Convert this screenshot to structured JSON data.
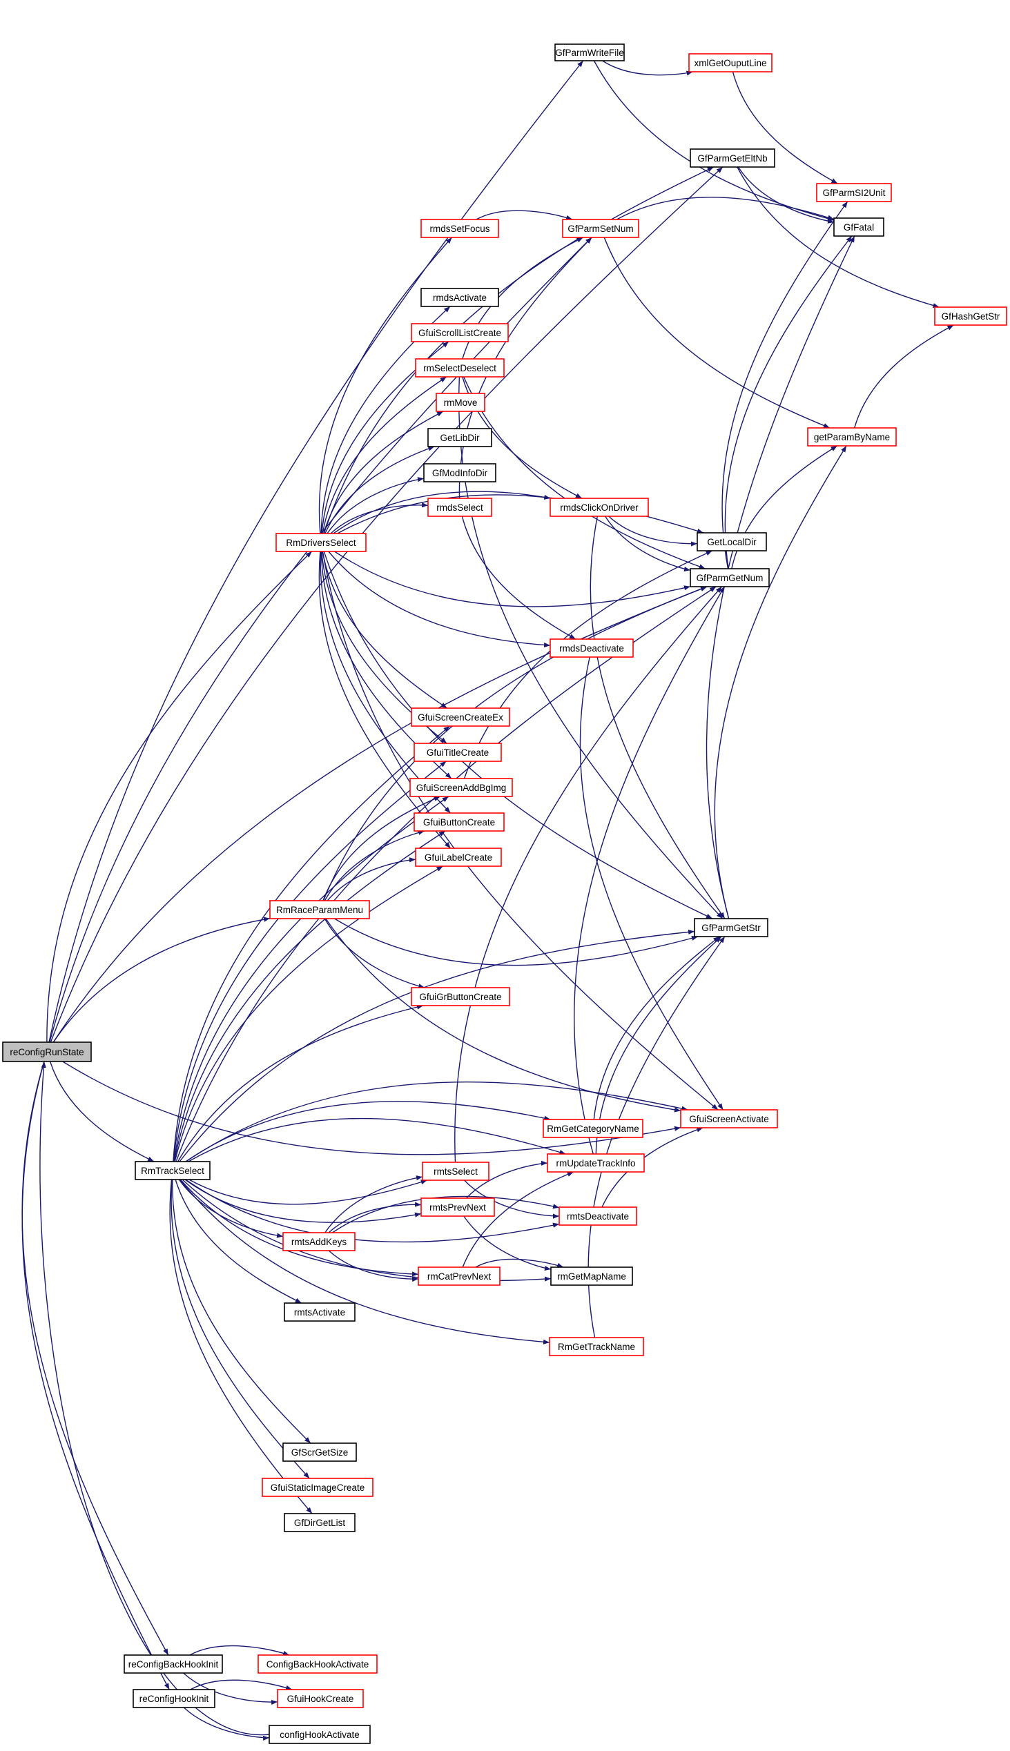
{
  "colors": {
    "edge": "#191970",
    "normal_border": "#000000",
    "red_border": "#ff0000",
    "root_fill": "#bfbfbf",
    "node_fill": "#ffffff"
  },
  "nodes": {
    "reConfigRunState": {
      "label": "reConfigRunState",
      "style": "root"
    },
    "GfParmWriteFile": {
      "label": "GfParmWriteFile",
      "style": "normal"
    },
    "xmlGetOuputLine": {
      "label": "xmlGetOuputLine",
      "style": "red"
    },
    "GfParmGetEltNb": {
      "label": "GfParmGetEltNb",
      "style": "normal"
    },
    "GfParmSI2Unit": {
      "label": "GfParmSI2Unit",
      "style": "red"
    },
    "rmdsSetFocus": {
      "label": "rmdsSetFocus",
      "style": "red"
    },
    "GfParmSetNum": {
      "label": "GfParmSetNum",
      "style": "red"
    },
    "GfFatal": {
      "label": "GfFatal",
      "style": "normal"
    },
    "rmdsActivate": {
      "label": "rmdsActivate",
      "style": "normal"
    },
    "GfHashGetStr": {
      "label": "GfHashGetStr",
      "style": "red"
    },
    "GfuiScrollListCreate": {
      "label": "GfuiScrollListCreate",
      "style": "red"
    },
    "rmSelectDeselect": {
      "label": "rmSelectDeselect",
      "style": "red"
    },
    "rmMove": {
      "label": "rmMove",
      "style": "red"
    },
    "getParamByName": {
      "label": "getParamByName",
      "style": "red"
    },
    "GetLibDir": {
      "label": "GetLibDir",
      "style": "normal"
    },
    "GfModInfoDir": {
      "label": "GfModInfoDir",
      "style": "normal"
    },
    "rmdsSelect": {
      "label": "rmdsSelect",
      "style": "red"
    },
    "rmdsClickOnDriver": {
      "label": "rmdsClickOnDriver",
      "style": "red"
    },
    "RmDriversSelect": {
      "label": "RmDriversSelect",
      "style": "red"
    },
    "GetLocalDir": {
      "label": "GetLocalDir",
      "style": "normal"
    },
    "GfParmGetNum": {
      "label": "GfParmGetNum",
      "style": "normal"
    },
    "rmdsDeactivate": {
      "label": "rmdsDeactivate",
      "style": "red"
    },
    "GfuiScreenCreateEx": {
      "label": "GfuiScreenCreateEx",
      "style": "red"
    },
    "GfuiTitleCreate": {
      "label": "GfuiTitleCreate",
      "style": "red"
    },
    "GfuiScreenAddBgImg": {
      "label": "GfuiScreenAddBgImg",
      "style": "red"
    },
    "GfuiButtonCreate": {
      "label": "GfuiButtonCreate",
      "style": "red"
    },
    "GfuiLabelCreate": {
      "label": "GfuiLabelCreate",
      "style": "red"
    },
    "RmRaceParamMenu": {
      "label": "RmRaceParamMenu",
      "style": "red"
    },
    "GfParmGetStr": {
      "label": "GfParmGetStr",
      "style": "normal"
    },
    "GfuiGrButtonCreate": {
      "label": "GfuiGrButtonCreate",
      "style": "red"
    },
    "GfuiScreenActivate": {
      "label": "GfuiScreenActivate",
      "style": "red"
    },
    "RmGetCategoryName": {
      "label": "RmGetCategoryName",
      "style": "red"
    },
    "rmUpdateTrackInfo": {
      "label": "rmUpdateTrackInfo",
      "style": "red"
    },
    "RmTrackSelect": {
      "label": "RmTrackSelect",
      "style": "normal"
    },
    "rmtsSelect": {
      "label": "rmtsSelect",
      "style": "red"
    },
    "rmtsPrevNext": {
      "label": "rmtsPrevNext",
      "style": "red"
    },
    "rmtsDeactivate": {
      "label": "rmtsDeactivate",
      "style": "red"
    },
    "rmtsAddKeys": {
      "label": "rmtsAddKeys",
      "style": "red"
    },
    "rmCatPrevNext": {
      "label": "rmCatPrevNext",
      "style": "red"
    },
    "rmGetMapName": {
      "label": "rmGetMapName",
      "style": "normal"
    },
    "rmtsActivate": {
      "label": "rmtsActivate",
      "style": "normal"
    },
    "RmGetTrackName": {
      "label": "RmGetTrackName",
      "style": "red"
    },
    "GfScrGetSize": {
      "label": "GfScrGetSize",
      "style": "normal"
    },
    "GfuiStaticImageCreate": {
      "label": "GfuiStaticImageCreate",
      "style": "red"
    },
    "GfDirGetList": {
      "label": "GfDirGetList",
      "style": "normal"
    },
    "reConfigBackHookInit": {
      "label": "reConfigBackHookInit",
      "style": "normal"
    },
    "ConfigBackHookActivate": {
      "label": "ConfigBackHookActivate",
      "style": "red"
    },
    "reConfigHookInit": {
      "label": "reConfigHookInit",
      "style": "normal"
    },
    "GfuiHookCreate": {
      "label": "GfuiHookCreate",
      "style": "red"
    },
    "configHookActivate": {
      "label": "configHookActivate",
      "style": "normal"
    }
  },
  "edges": [
    [
      "reConfigRunState",
      "GfParmWriteFile"
    ],
    [
      "reConfigRunState",
      "GfParmGetEltNb"
    ],
    [
      "reConfigRunState",
      "GfParmSetNum"
    ],
    [
      "reConfigRunState",
      "RmDriversSelect"
    ],
    [
      "reConfigRunState",
      "RmRaceParamMenu"
    ],
    [
      "reConfigRunState",
      "RmTrackSelect"
    ],
    [
      "reConfigRunState",
      "GfParmGetNum"
    ],
    [
      "reConfigRunState",
      "GfuiScreenActivate"
    ],
    [
      "reConfigRunState",
      "reConfigBackHookInit"
    ],
    [
      "reConfigRunState",
      "reConfigHookInit"
    ],
    [
      "GfParmWriteFile",
      "xmlGetOuputLine"
    ],
    [
      "GfParmWriteFile",
      "GfFatal"
    ],
    [
      "xmlGetOuputLine",
      "GfParmSI2Unit"
    ],
    [
      "GfParmGetEltNb",
      "GfFatal"
    ],
    [
      "GfParmGetEltNb",
      "GfHashGetStr"
    ],
    [
      "GfParmSetNum",
      "GfFatal"
    ],
    [
      "GfParmSetNum",
      "getParamByName"
    ],
    [
      "getParamByName",
      "GfHashGetStr"
    ],
    [
      "GfParmGetNum",
      "GfFatal"
    ],
    [
      "GfParmGetNum",
      "GfParmSI2Unit"
    ],
    [
      "GfParmGetNum",
      "getParamByName"
    ],
    [
      "GfParmGetStr",
      "GfFatal"
    ],
    [
      "GfParmGetStr",
      "getParamByName"
    ],
    [
      "rmdsSetFocus",
      "GfParmSetNum"
    ],
    [
      "rmSelectDeselect",
      "GfParmSetNum"
    ],
    [
      "rmSelectDeselect",
      "rmdsClickOnDriver"
    ],
    [
      "rmSelectDeselect",
      "GfParmGetNum"
    ],
    [
      "rmSelectDeselect",
      "GfParmGetStr"
    ],
    [
      "rmdsSelect",
      "GfParmSetNum"
    ],
    [
      "rmdsSelect",
      "rmdsDeactivate"
    ],
    [
      "rmdsClickOnDriver",
      "GetLocalDir"
    ],
    [
      "rmdsClickOnDriver",
      "GfParmGetNum"
    ],
    [
      "rmdsClickOnDriver",
      "GfParmGetStr"
    ],
    [
      "rmdsDeactivate",
      "GfuiScreenActivate"
    ],
    [
      "RmDriversSelect",
      "GfParmGetEltNb"
    ],
    [
      "RmDriversSelect",
      "rmdsSetFocus"
    ],
    [
      "RmDriversSelect",
      "rmdsActivate"
    ],
    [
      "RmDriversSelect",
      "GfuiScrollListCreate"
    ],
    [
      "RmDriversSelect",
      "rmSelectDeselect"
    ],
    [
      "RmDriversSelect",
      "rmMove"
    ],
    [
      "RmDriversSelect",
      "GetLibDir"
    ],
    [
      "RmDriversSelect",
      "GfModInfoDir"
    ],
    [
      "RmDriversSelect",
      "rmdsSelect"
    ],
    [
      "RmDriversSelect",
      "rmdsClickOnDriver"
    ],
    [
      "RmDriversSelect",
      "GetLocalDir"
    ],
    [
      "RmDriversSelect",
      "GfParmGetNum"
    ],
    [
      "RmDriversSelect",
      "rmdsDeactivate"
    ],
    [
      "RmDriversSelect",
      "GfuiScreenCreateEx"
    ],
    [
      "RmDriversSelect",
      "GfuiTitleCreate"
    ],
    [
      "RmDriversSelect",
      "GfuiScreenAddBgImg"
    ],
    [
      "RmDriversSelect",
      "GfuiButtonCreate"
    ],
    [
      "RmDriversSelect",
      "GfuiLabelCreate"
    ],
    [
      "RmDriversSelect",
      "GfParmGetStr"
    ],
    [
      "RmDriversSelect",
      "GfuiScreenActivate"
    ],
    [
      "GfuiScreenAddBgImg",
      "GetLocalDir"
    ],
    [
      "RmRaceParamMenu",
      "GfuiScreenAddBgImg"
    ],
    [
      "RmRaceParamMenu",
      "GfuiButtonCreate"
    ],
    [
      "RmRaceParamMenu",
      "GfuiLabelCreate"
    ],
    [
      "RmRaceParamMenu",
      "GfParmGetNum"
    ],
    [
      "RmRaceParamMenu",
      "GfParmGetStr"
    ],
    [
      "RmRaceParamMenu",
      "GfuiGrButtonCreate"
    ],
    [
      "RmRaceParamMenu",
      "GfuiScreenActivate"
    ],
    [
      "RmGetCategoryName",
      "GfParmGetStr"
    ],
    [
      "rmUpdateTrackInfo",
      "GfParmGetNum"
    ],
    [
      "rmUpdateTrackInfo",
      "GfParmGetStr"
    ],
    [
      "RmTrackSelect",
      "GfuiScreenCreateEx"
    ],
    [
      "RmTrackSelect",
      "GfuiTitleCreate"
    ],
    [
      "RmTrackSelect",
      "GfuiScreenAddBgImg"
    ],
    [
      "RmTrackSelect",
      "GfuiButtonCreate"
    ],
    [
      "RmTrackSelect",
      "GfuiLabelCreate"
    ],
    [
      "RmTrackSelect",
      "GfuiGrButtonCreate"
    ],
    [
      "RmTrackSelect",
      "GfParmGetNum"
    ],
    [
      "RmTrackSelect",
      "GfParmGetStr"
    ],
    [
      "RmTrackSelect",
      "RmGetCategoryName"
    ],
    [
      "RmTrackSelect",
      "rmUpdateTrackInfo"
    ],
    [
      "RmTrackSelect",
      "rmtsSelect"
    ],
    [
      "RmTrackSelect",
      "rmtsPrevNext"
    ],
    [
      "RmTrackSelect",
      "rmtsAddKeys"
    ],
    [
      "RmTrackSelect",
      "rmCatPrevNext"
    ],
    [
      "RmTrackSelect",
      "rmtsActivate"
    ],
    [
      "RmTrackSelect",
      "rmGetMapName"
    ],
    [
      "RmTrackSelect",
      "RmGetTrackName"
    ],
    [
      "RmTrackSelect",
      "GfuiScreenActivate"
    ],
    [
      "RmTrackSelect",
      "GfScrGetSize"
    ],
    [
      "RmTrackSelect",
      "GfuiStaticImageCreate"
    ],
    [
      "RmTrackSelect",
      "GfDirGetList"
    ],
    [
      "RmTrackSelect",
      "rmtsDeactivate"
    ],
    [
      "rmtsSelect",
      "GfParmGetNum"
    ],
    [
      "rmtsSelect",
      "rmtsDeactivate"
    ],
    [
      "rmtsPrevNext",
      "rmUpdateTrackInfo"
    ],
    [
      "rmtsPrevNext",
      "rmGetMapName"
    ],
    [
      "rmtsDeactivate",
      "GfuiScreenActivate"
    ],
    [
      "rmtsAddKeys",
      "rmtsSelect"
    ],
    [
      "rmtsAddKeys",
      "rmtsPrevNext"
    ],
    [
      "rmtsAddKeys",
      "rmtsDeactivate"
    ],
    [
      "rmtsAddKeys",
      "rmCatPrevNext"
    ],
    [
      "rmCatPrevNext",
      "rmUpdateTrackInfo"
    ],
    [
      "rmCatPrevNext",
      "rmGetMapName"
    ],
    [
      "RmGetTrackName",
      "GfParmGetStr"
    ],
    [
      "reConfigBackHookInit",
      "ConfigBackHookActivate"
    ],
    [
      "reConfigBackHookInit",
      "GfuiHookCreate"
    ],
    [
      "reConfigHookInit",
      "GfuiHookCreate"
    ],
    [
      "reConfigHookInit",
      "configHookActivate"
    ],
    [
      "configHookActivate",
      "reConfigRunState"
    ]
  ]
}
